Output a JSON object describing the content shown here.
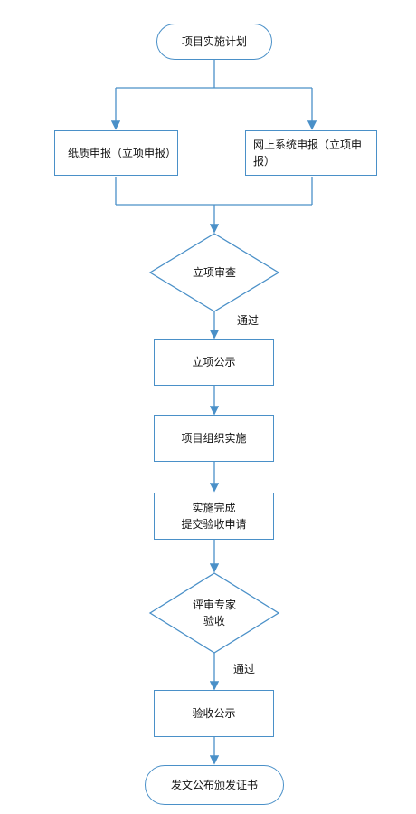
{
  "nodes": {
    "start": "项目实施计划",
    "paper": "纸质申报（立项申报）",
    "online": "网上系统申报（立项申报）",
    "review": "立项审查",
    "publicity": "立项公示",
    "implement": "项目组织实施",
    "complete_line1": "实施完成",
    "complete_line2": "提交验收申请",
    "expert_line1": "评审专家",
    "expert_line2": "验收",
    "acceptance": "验收公示",
    "end": "发文公布颁发证书"
  },
  "edges": {
    "pass1": "通过",
    "pass2": "通过"
  },
  "colors": {
    "line": "#4a90c8"
  }
}
